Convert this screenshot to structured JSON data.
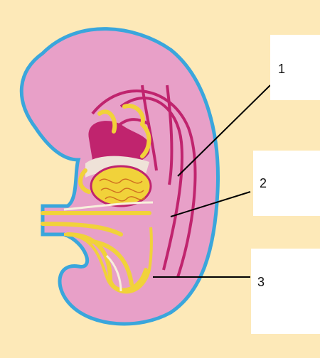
{
  "labels": [
    {
      "number": "1"
    },
    {
      "number": "2"
    },
    {
      "number": "3"
    }
  ],
  "colors": {
    "background": "#fde9b8",
    "embryo_fill": "#e8a0c8",
    "embryo_outline": "#3aa6dc",
    "vessels": "#c0246e",
    "yolk": "#f1d23a",
    "leader_line": "#000000",
    "label_box": "#ffffff"
  }
}
